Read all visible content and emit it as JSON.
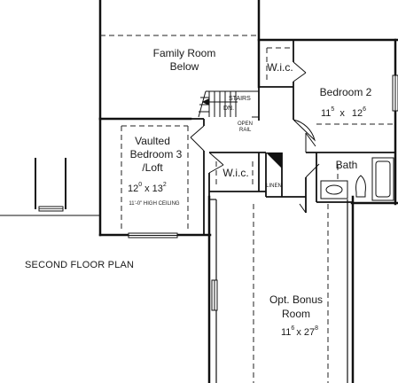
{
  "plan": {
    "title": "SECOND FLOOR PLAN"
  },
  "rooms": {
    "family_room": {
      "line1": "Family Room",
      "line2": "Below"
    },
    "bedroom2": {
      "name": "Bedroom 2",
      "w_ft": "11",
      "w_in": "5",
      "sep": "x",
      "l_ft": "12",
      "l_in": "6"
    },
    "bedroom3": {
      "line1": "Vaulted",
      "line2": "Bedroom 3",
      "line3": "/Loft",
      "w_ft": "12",
      "w_in": "0",
      "sep": "x",
      "l_ft": "13",
      "l_in": "2",
      "ceiling": "11'-0\" HIGH CEILING"
    },
    "wic_upper": {
      "name": "W.i.c."
    },
    "wic_lower": {
      "name": "W.i.c."
    },
    "bath": {
      "name": "Bath"
    },
    "linen": {
      "name": "LINEN"
    },
    "bonus": {
      "line1": "Opt. Bonus",
      "line2": "Room",
      "w_ft": "11",
      "w_in": "6",
      "sep": "x",
      "l_ft": "27",
      "l_in": "8"
    }
  },
  "stairs": {
    "label": "STAIRS",
    "direction": "DN."
  },
  "rail": {
    "line1": "OPEN",
    "line2": "RAIL"
  }
}
